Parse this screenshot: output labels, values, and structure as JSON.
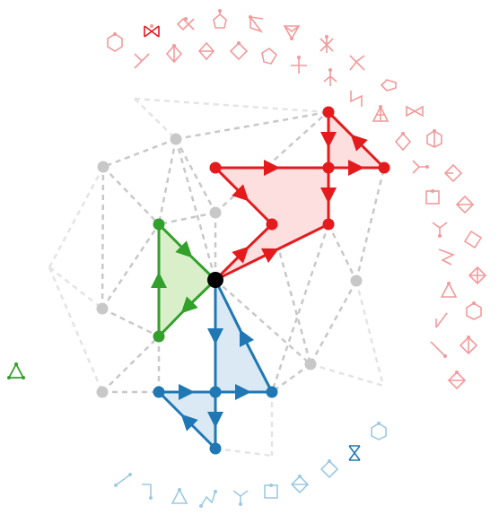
{
  "colors": {
    "background": "#ffffff",
    "red": "#e41a1c",
    "red_light": "#f39a9b",
    "red_fill": "#fddfe0",
    "green": "#33a02c",
    "green_light": "#4cae48",
    "green_fill": "#d9efc9",
    "blue": "#1f78b4",
    "blue_light": "#9ecae1",
    "blue_fill": "#dbe9f4",
    "gray_node": "#c8c8c8",
    "gray_edge": "#c8c8c8",
    "center": "#000000"
  },
  "diagram": {
    "center_node": "origin",
    "red_nodes": [
      "r1",
      "r2",
      "r3",
      "r4",
      "r5",
      "r6",
      "r7"
    ],
    "green_nodes": [
      "g1",
      "g2"
    ],
    "blue_nodes": [
      "b1",
      "b2",
      "b3",
      "b4",
      "b5"
    ],
    "gray_nodes": [
      "n1",
      "n2",
      "n3",
      "n4",
      "n5",
      "n6",
      "n7",
      "n8"
    ],
    "motif_counts": {
      "red": 35,
      "green": 1,
      "blue": 12
    }
  }
}
